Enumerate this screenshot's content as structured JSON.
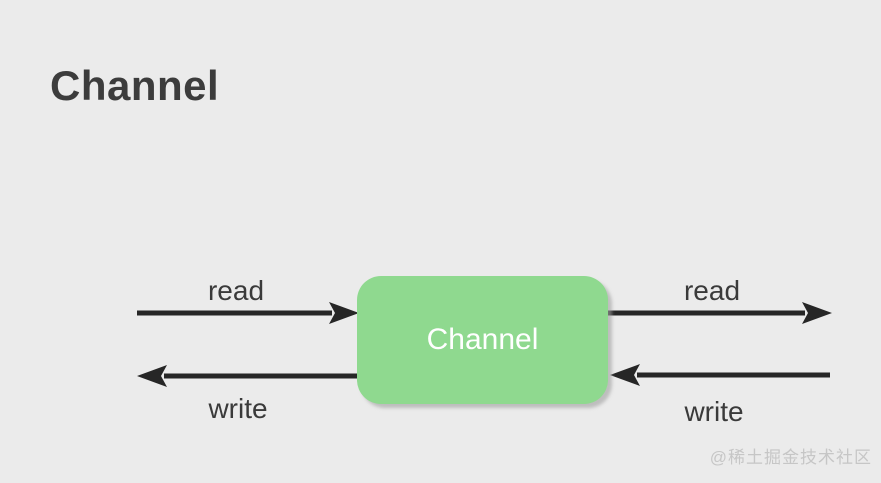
{
  "page": {
    "title": "Channel",
    "watermark": "@稀土掘金技术社区"
  },
  "diagram": {
    "node": {
      "label": "Channel",
      "fill_color": "#8fd98f",
      "text_color": "#ffffff"
    },
    "arrows": [
      {
        "id": "left-read",
        "label": "read",
        "direction": "into-channel-from-left"
      },
      {
        "id": "left-write",
        "label": "write",
        "direction": "out-of-channel-to-left"
      },
      {
        "id": "right-read",
        "label": "read",
        "direction": "out-of-channel-to-right"
      },
      {
        "id": "right-write",
        "label": "write",
        "direction": "into-channel-from-right"
      }
    ],
    "colors": {
      "background": "#ebebeb",
      "arrow": "#262626",
      "label_text": "#3a3a3a",
      "title_text": "#3c3c3c",
      "watermark_text": "#c6c6c6"
    }
  }
}
